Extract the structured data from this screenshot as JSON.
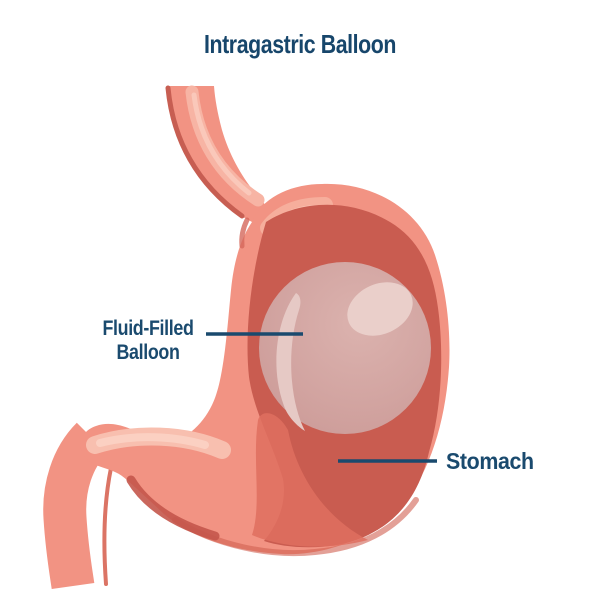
{
  "diagram": {
    "title": "Intragastric Balloon",
    "labels": {
      "balloon": {
        "line1": "Fluid-Filled",
        "line2": "Balloon"
      },
      "stomach": {
        "text": "Stomach"
      }
    },
    "illustration": {
      "subject": "stomach with fluid-filled intragastric balloon",
      "parts": [
        "esophagus",
        "stomach-wall",
        "stomach-cavity",
        "fluid-filled-balloon",
        "duodenum"
      ]
    },
    "colors": {
      "background": "#FFFFFF",
      "label_navy": "#1A4A6E",
      "title_navy": "#17466B",
      "stomach_wall": "#F29383",
      "wall_highlight": "#F8BFAF",
      "cavity_dark": "#C95C50",
      "cavity_reflection": "#DF6E5F",
      "balloon": "#D2A6A3",
      "balloon_highlight": "#E6C9C5"
    }
  }
}
